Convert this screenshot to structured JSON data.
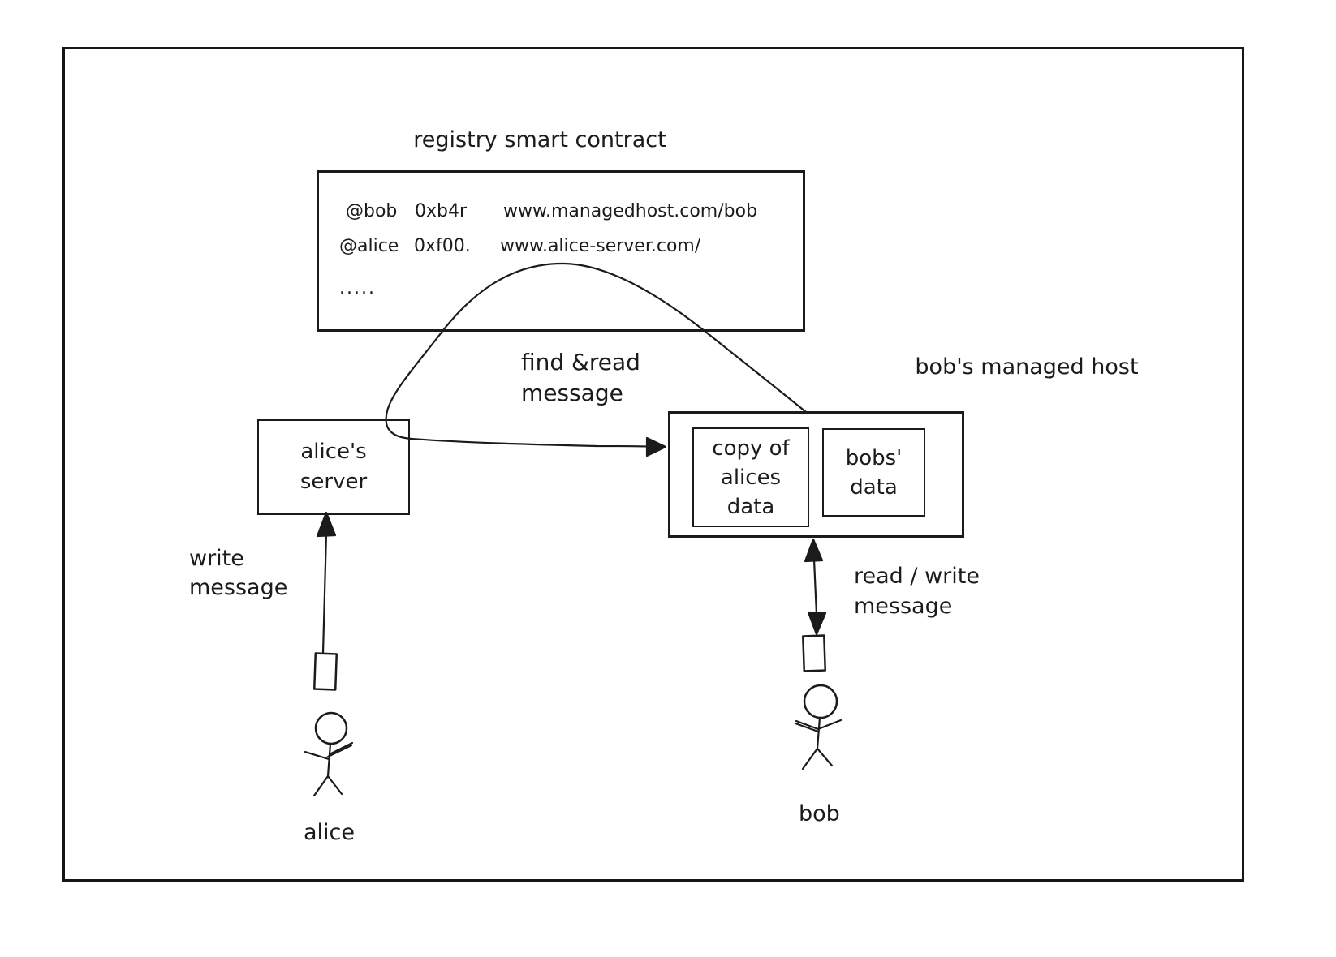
{
  "diagram": {
    "registry": {
      "title": "registry smart contract",
      "entries": [
        {
          "handle": "@bob",
          "address": "0xb4r",
          "url": "www.managedhost.com/bob"
        },
        {
          "handle": "@alice",
          "address": "0xf00.",
          "url": "www.alice-server.com/"
        }
      ],
      "more": "....."
    },
    "alice_server": {
      "line1": "alice's",
      "line2": "server"
    },
    "bob_host": {
      "title": "bob's managed host",
      "copy_box": {
        "line1": "copy of",
        "line2": "alices",
        "line3": "data"
      },
      "data_box": {
        "line1": "bobs'",
        "line2": "data"
      }
    },
    "arrows": {
      "find_read": {
        "line1": "find &read",
        "line2": "message"
      },
      "write": {
        "line1": "write",
        "line2": "message"
      },
      "read_write": {
        "line1": "read / write",
        "line2": "message"
      }
    },
    "actors": {
      "alice": "alice",
      "bob": "bob"
    },
    "colors": {
      "ink": "#1b1b1b",
      "background": "#ffffff"
    }
  }
}
